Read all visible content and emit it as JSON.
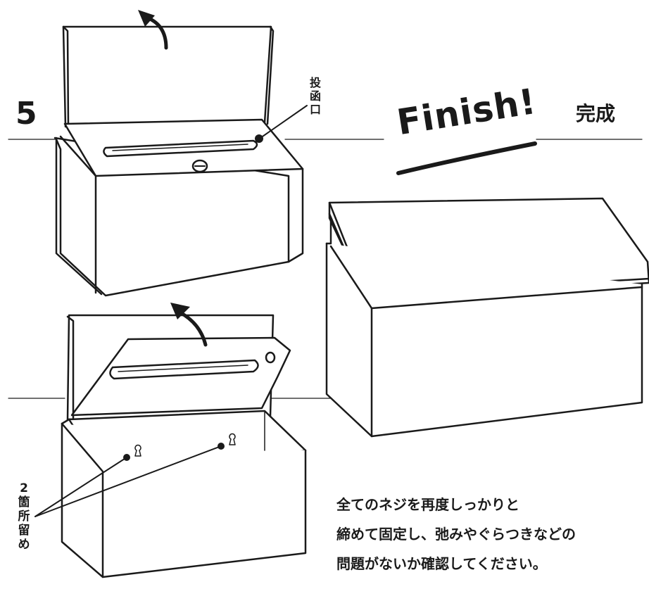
{
  "step_number": "5",
  "slot_label": "投函口",
  "finish_en": "Finish!",
  "finish_jp": "完成",
  "screw_count_label": "2箇所留め",
  "note_lines": [
    "全てのネジを再度しっかりと",
    "締めて固定し、弛みやぐらつきなどの",
    "問題がないか確認してください。"
  ]
}
